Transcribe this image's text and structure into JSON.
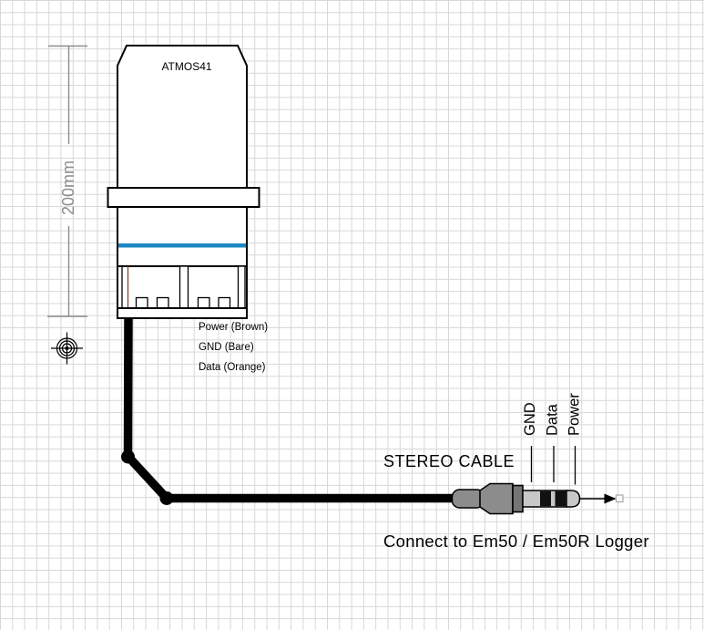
{
  "colors": {
    "background": "#ffffff",
    "grid_line": "#d7d7d7",
    "outline": "#000000",
    "accent_blue": "#1d87c3",
    "dimension_gray": "#8c8c8c",
    "plug_body_gray": "#8c8c8c",
    "plug_collar_gray": "#757575",
    "plug_shaft_gray": "#c8c8c8",
    "cable_black": "#000000",
    "wire_brown": "#7a4a32"
  },
  "sensor": {
    "name": "ATMOS41",
    "height_dimension": "200mm"
  },
  "wires": {
    "power": "Power (Brown)",
    "ground": "GND (Bare)",
    "data": "Data (Orange)"
  },
  "cable": {
    "label": "STEREO CABLE"
  },
  "plug_pins": {
    "ground": "GND",
    "data": "Data",
    "power": "Power"
  },
  "caption": "Connect to Em50 / Em50R Logger"
}
